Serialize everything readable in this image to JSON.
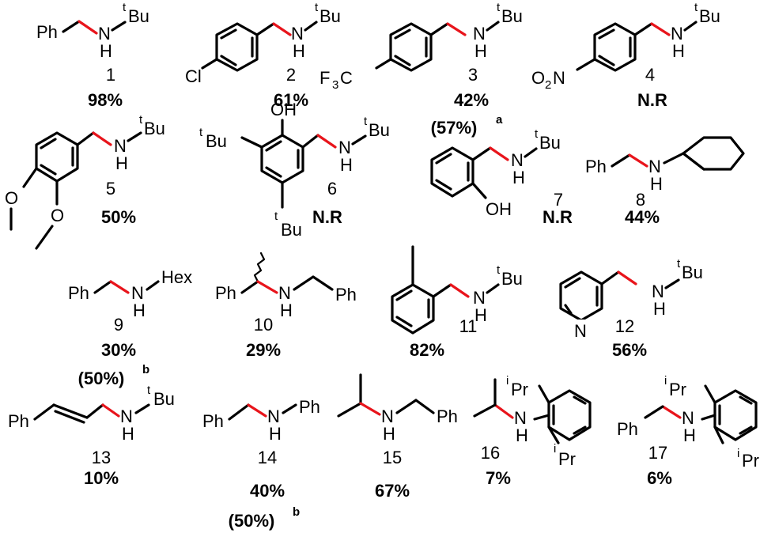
{
  "colors": {
    "bond": "#000000",
    "new_bond": "#e8141b",
    "background": "#ffffff"
  },
  "labels": {
    "Ph": "Ph",
    "N": "N",
    "H": "H",
    "t": "t",
    "i": "i",
    "Bu": "Bu",
    "Pr": "Pr",
    "Cl": "Cl",
    "F3C_F": "F",
    "F3C_3": "3",
    "F3C_C": "C",
    "O": "O",
    "O2N_2": "2",
    "O2N_N": "N",
    "OH": "OH",
    "Hex": "Hex",
    "NH": "NH"
  },
  "compounds": [
    {
      "number": "1",
      "yield": "98%"
    },
    {
      "number": "2",
      "yield": "61%"
    },
    {
      "number": "3",
      "yield": "42%",
      "note": "(57%)",
      "note_sup": "a"
    },
    {
      "number": "4",
      "yield": "N.R"
    },
    {
      "number": "5",
      "yield": "50%"
    },
    {
      "number": "6",
      "yield": "N.R"
    },
    {
      "number": "7",
      "yield": "N.R"
    },
    {
      "number": "8",
      "yield": "44%"
    },
    {
      "number": "9",
      "yield": "30%",
      "note": "(50%)",
      "note_sup": "b"
    },
    {
      "number": "10",
      "yield": "29%"
    },
    {
      "number": "11",
      "yield": "82%"
    },
    {
      "number": "12",
      "yield": "56%"
    },
    {
      "number": "13",
      "yield": "10%"
    },
    {
      "number": "14",
      "yield": "40%",
      "note": "(50%)",
      "note_sup": "b"
    },
    {
      "number": "15",
      "yield": "67%"
    },
    {
      "number": "16",
      "yield": "7%"
    },
    {
      "number": "17",
      "yield": "6%"
    }
  ]
}
